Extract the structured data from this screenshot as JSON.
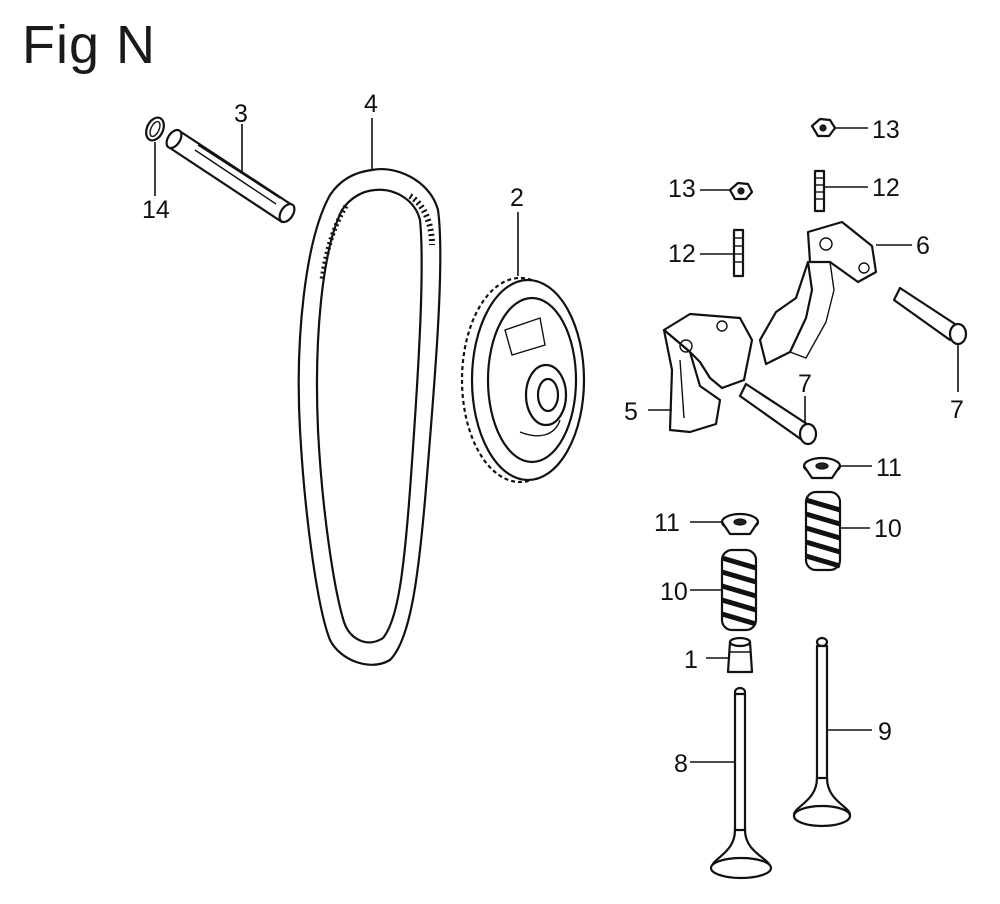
{
  "figure": {
    "title": "Fig N"
  },
  "callouts": {
    "c1": "1",
    "c2": "2",
    "c3": "3",
    "c4": "4",
    "c5": "5",
    "c6": "6",
    "c7a": "7",
    "c7b": "7",
    "c8": "8",
    "c9": "9",
    "c10a": "10",
    "c10b": "10",
    "c11a": "11",
    "c11b": "11",
    "c12a": "12",
    "c12b": "12",
    "c13a": "13",
    "c13b": "13",
    "c14": "14"
  }
}
